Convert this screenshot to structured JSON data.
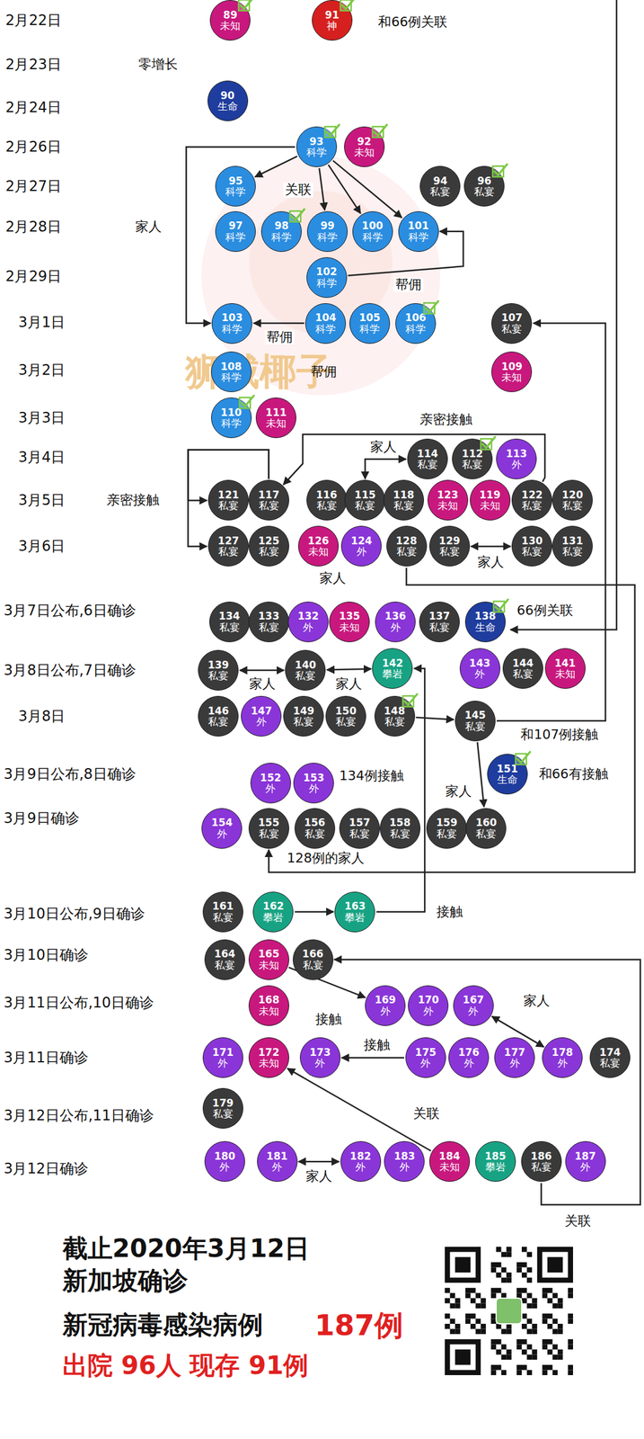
{
  "diagram": {
    "nodes": [
      {
        "text": [
          "89",
          "未知"
        ]
      },
      {
        "text": [
          "91",
          "神"
        ]
      },
      {
        "text": [
          "90",
          "生命"
        ]
      },
      {
        "text": [
          "93",
          "科学"
        ]
      },
      {
        "text": [
          "92",
          "未知"
        ]
      },
      {
        "text": [
          "95",
          "科学"
        ]
      },
      {
        "text": [
          "94",
          "私宴"
        ]
      },
      {
        "text": [
          "96",
          "私宴"
        ]
      },
      {
        "text": [
          "97",
          "科学"
        ]
      },
      {
        "text": [
          "98",
          "科学"
        ]
      },
      {
        "text": [
          "99",
          "科学"
        ]
      },
      {
        "text": [
          "100",
          "科学"
        ]
      },
      {
        "text": [
          "101",
          "科学"
        ]
      },
      {
        "text": [
          "102",
          "科学"
        ]
      },
      {
        "text": [
          "103",
          "科学"
        ]
      },
      {
        "text": [
          "104",
          "科学"
        ]
      },
      {
        "text": [
          "105",
          "科学"
        ]
      },
      {
        "text": [
          "106",
          "科学"
        ]
      },
      {
        "text": [
          "107",
          "私宴"
        ]
      },
      {
        "text": [
          "108",
          "科学"
        ]
      },
      {
        "text": [
          "109",
          "未知"
        ]
      },
      {
        "text": [
          "110",
          "科学"
        ]
      },
      {
        "text": [
          "111",
          "未知"
        ]
      },
      {
        "text": [
          "114",
          "私宴"
        ]
      },
      {
        "text": [
          "112",
          "私宴"
        ]
      },
      {
        "text": [
          "113",
          "外"
        ]
      },
      {
        "text": [
          "121",
          "私宴"
        ]
      },
      {
        "text": [
          "117",
          "私宴"
        ]
      },
      {
        "text": [
          "116",
          "私宴"
        ]
      },
      {
        "text": [
          "115",
          "私宴"
        ]
      },
      {
        "text": [
          "118",
          "私宴"
        ]
      },
      {
        "text": [
          "123",
          "未知"
        ]
      },
      {
        "text": [
          "119",
          "未知"
        ]
      },
      {
        "text": [
          "122",
          "私宴"
        ]
      },
      {
        "text": [
          "120",
          "私宴"
        ]
      },
      {
        "text": [
          "127",
          "私宴"
        ]
      },
      {
        "text": [
          "125",
          "私宴"
        ]
      },
      {
        "text": [
          "126",
          "未知"
        ]
      },
      {
        "text": [
          "124",
          "外"
        ]
      },
      {
        "text": [
          "128",
          "私宴"
        ]
      },
      {
        "text": [
          "129",
          "私宴"
        ]
      },
      {
        "text": [
          "130",
          "私宴"
        ]
      },
      {
        "text": [
          "131",
          "私宴"
        ]
      },
      {
        "text": [
          "134",
          "私宴"
        ]
      },
      {
        "text": [
          "133",
          "私宴"
        ]
      },
      {
        "text": [
          "132",
          "外"
        ]
      },
      {
        "text": [
          "135",
          "未知"
        ]
      },
      {
        "text": [
          "136",
          "外"
        ]
      },
      {
        "text": [
          "137",
          "私宴"
        ]
      },
      {
        "text": [
          "138",
          "生命"
        ]
      },
      {
        "text": [
          "139",
          "私宴"
        ]
      },
      {
        "text": [
          "140",
          "私宴"
        ]
      },
      {
        "text": [
          "142",
          "攀岩"
        ]
      },
      {
        "text": [
          "143",
          "外"
        ]
      },
      {
        "text": [
          "144",
          "私宴"
        ]
      },
      {
        "text": [
          "141",
          "未知"
        ]
      },
      {
        "text": [
          "146",
          "私宴"
        ]
      },
      {
        "text": [
          "147",
          "外"
        ]
      },
      {
        "text": [
          "149",
          "私宴"
        ]
      },
      {
        "text": [
          "150",
          "私宴"
        ]
      },
      {
        "text": [
          "148",
          "私宴"
        ]
      },
      {
        "text": [
          "145",
          "私宴"
        ]
      },
      {
        "text": [
          "152",
          "外"
        ]
      },
      {
        "text": [
          "153",
          "外"
        ]
      },
      {
        "text": [
          "151",
          "生命"
        ]
      },
      {
        "text": [
          "154",
          "外"
        ]
      },
      {
        "text": [
          "155",
          "私宴"
        ]
      },
      {
        "text": [
          "156",
          "私宴"
        ]
      },
      {
        "text": [
          "157",
          "私宴"
        ]
      },
      {
        "text": [
          "158",
          "私宴"
        ]
      },
      {
        "text": [
          "159",
          "私宴"
        ]
      },
      {
        "text": [
          "160",
          "私宴"
        ]
      },
      {
        "text": [
          "161",
          "私宴"
        ]
      },
      {
        "text": [
          "162",
          "攀岩"
        ]
      },
      {
        "text": [
          "163",
          "攀岩"
        ]
      },
      {
        "text": [
          "164",
          "私宴"
        ]
      },
      {
        "text": [
          "165",
          "未知"
        ]
      },
      {
        "text": [
          "166",
          "私宴"
        ]
      },
      {
        "text": [
          "168",
          "未知"
        ]
      },
      {
        "text": [
          "169",
          "外"
        ]
      },
      {
        "text": [
          "170",
          "外"
        ]
      },
      {
        "text": [
          "167",
          "外"
        ]
      },
      {
        "text": [
          "171",
          "外"
        ]
      },
      {
        "text": [
          "172",
          "未知"
        ]
      },
      {
        "text": [
          "173",
          "外"
        ]
      },
      {
        "text": [
          "175",
          "外"
        ]
      },
      {
        "text": [
          "176",
          "外"
        ]
      },
      {
        "text": [
          "177",
          "外"
        ]
      },
      {
        "text": [
          "178",
          "外"
        ]
      },
      {
        "text": [
          "174",
          "私宴"
        ]
      },
      {
        "text": [
          "179",
          "私宴"
        ]
      },
      {
        "text": [
          "180",
          "外"
        ]
      },
      {
        "text": [
          "181",
          "外"
        ]
      },
      {
        "text": [
          "182",
          "外"
        ]
      },
      {
        "text": [
          "183",
          "外"
        ]
      },
      {
        "text": [
          "184",
          "未知"
        ]
      },
      {
        "text": [
          "185",
          "攀岩"
        ]
      },
      {
        "text": [
          "186",
          "私宴"
        ]
      },
      {
        "text": [
          "187",
          "外"
        ]
      }
    ],
    "edges": [
      {
        "from": 3,
        "to": 5,
        "arrow": "to",
        "label": "关联"
      },
      {
        "from": 3,
        "to": 10,
        "arrow": "to"
      },
      {
        "from": 3,
        "to": 11,
        "arrow": "to"
      },
      {
        "from": 3,
        "to": 12,
        "arrow": "to"
      },
      {
        "from": 3,
        "to": 14,
        "arrow": "to"
      },
      {
        "from": 13,
        "to": 12,
        "arrow": "to",
        "label": "帮佣"
      },
      {
        "from": 15,
        "to": 14,
        "arrow": "to",
        "label": "帮佣"
      },
      {
        "from": 29,
        "to": 23,
        "arrow": "both",
        "label": "家人"
      },
      {
        "from": 33,
        "to": 27,
        "arrow": "to",
        "label": "亲密接触"
      },
      {
        "from": 27,
        "to": 26,
        "arrow": "to"
      },
      {
        "from": 27,
        "to": 35,
        "arrow": "to"
      },
      {
        "from": 40,
        "to": 41,
        "arrow": "both",
        "label": "家人"
      },
      {
        "from": 39,
        "to": 66,
        "arrow": "to",
        "label": "128例的家人"
      },
      {
        "from": 50,
        "to": 51,
        "arrow": "both",
        "label": "家人"
      },
      {
        "from": 51,
        "to": 52,
        "arrow": "both",
        "label": "家人"
      },
      {
        "from": 60,
        "to": 61,
        "arrow": "to"
      },
      {
        "from": 61,
        "to": 18,
        "arrow": "to",
        "label": "和107例接触"
      },
      {
        "from": 61,
        "to": 71,
        "arrow": "to",
        "label": "家人"
      },
      {
        "from": 73,
        "to": 74,
        "arrow": "to"
      },
      {
        "from": 74,
        "to": 52,
        "arrow": "to",
        "label": "接触"
      },
      {
        "from": 76,
        "to": 79,
        "arrow": "to",
        "label": "接触"
      },
      {
        "from": 81,
        "to": 88,
        "arrow": "both",
        "label": "家人"
      },
      {
        "from": 85,
        "to": 84,
        "arrow": "to",
        "label": "接触"
      },
      {
        "from": 95,
        "to": 83,
        "arrow": "to",
        "label": "关联"
      },
      {
        "from": 92,
        "to": 93,
        "arrow": "both",
        "label": "家人"
      },
      {
        "from": 97,
        "to": 77,
        "arrow": "to",
        "label": "关联"
      }
    ],
    "labels": [
      "2月22日",
      "2月23日",
      "零增长",
      "2月24日",
      "2月26日",
      "2月27日",
      "2月28日",
      "家人",
      "2月29日",
      "3月1日",
      "3月2日",
      "帮佣",
      "3月3日",
      "3月4日",
      "3月5日",
      "亲密接触",
      "3月6日",
      "家人",
      "3月7日公布,6日确诊",
      "3月8日公布,7日确诊",
      "3月8日",
      "3月9日公布,8日确诊",
      "3月9日确诊",
      "3月10日公布,9日确诊",
      "3月10日确诊",
      "3月11日公布,10日确诊",
      "3月11日确诊",
      "3月12日公布,11日确诊",
      "3月12日确诊",
      "和66例关联",
      "66例关联",
      "134例接触",
      "和66有接触",
      "截止2020年3月12日",
      "新加坡确诊",
      "新冠病毒感染病例",
      "187例",
      "出院 96人 现存 91例",
      "狮城椰子"
    ]
  }
}
